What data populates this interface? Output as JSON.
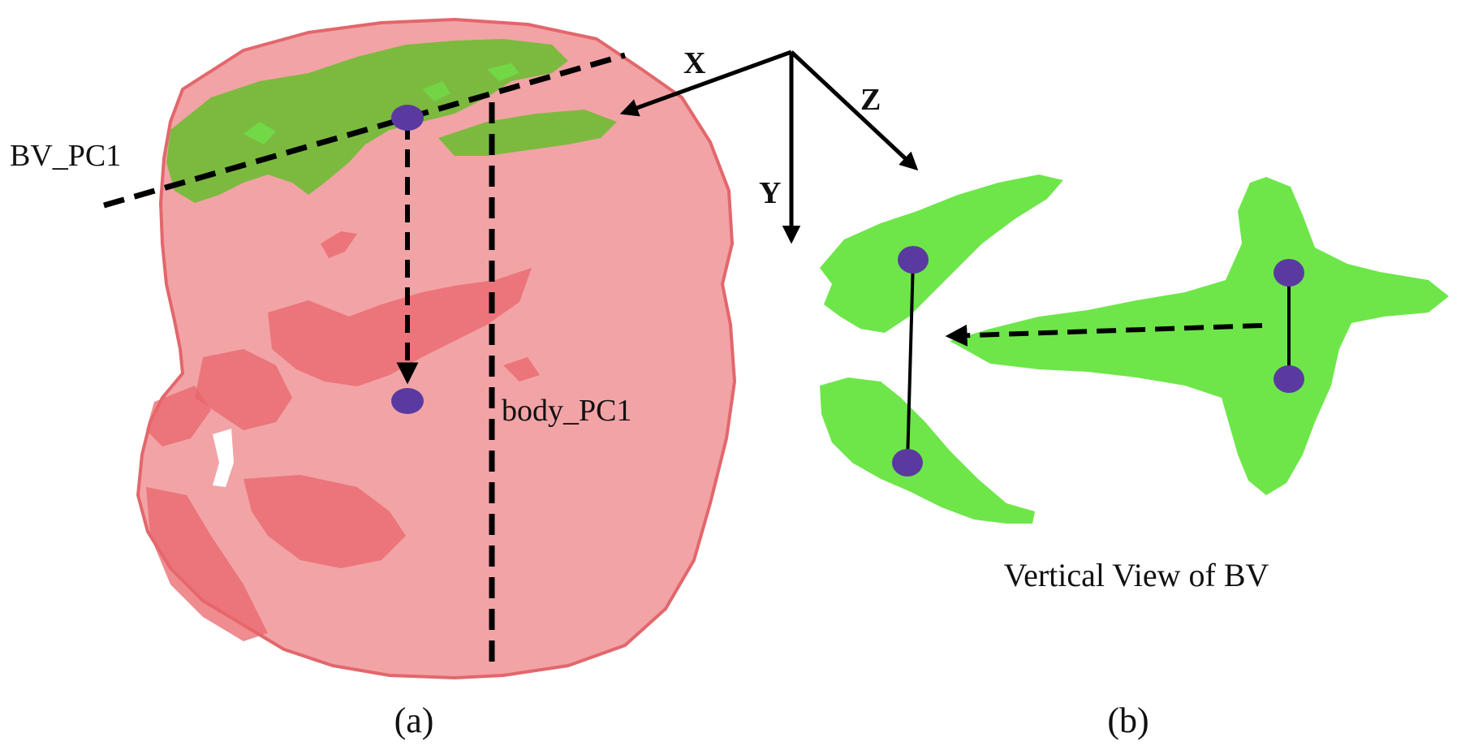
{
  "labels": {
    "bv_pc1": "BV_PC1",
    "body_pc1": "body_PC1",
    "vertical_view": "Vertical View of BV",
    "panel_a": "(a)",
    "panel_b": "(b)"
  },
  "axes": {
    "x": "X",
    "y": "Y",
    "z": "Z"
  },
  "colors": {
    "body_fill": "#f2a3a6",
    "body_edge": "#e2676c",
    "body_dark": "#e8666b",
    "bv_green_dark": "#7cba3f",
    "bv_green_light": "#6ee64a",
    "point": "#5a3aa0",
    "line": "#000000"
  }
}
